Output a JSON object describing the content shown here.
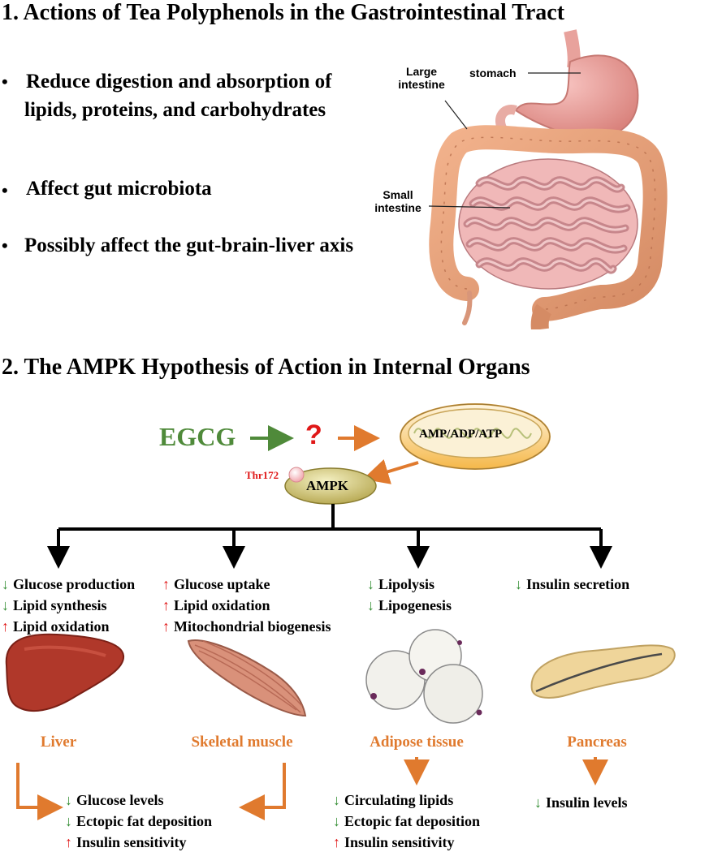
{
  "section1": {
    "title": "1. Actions of Tea Polyphenols in the Gastrointestinal Tract",
    "bullets": [
      "Reduce digestion and absorption of lipids, proteins, and carbohydrates",
      "Affect gut microbiota",
      "Possibly affect the gut-brain-liver axis"
    ],
    "bullet_symbol": "•",
    "anatomy_labels": {
      "large_intestine": "Large intestine",
      "stomach": "stomach",
      "small_intestine": "Small intestine"
    }
  },
  "section2": {
    "title": "2. The AMPK Hypothesis of Action in Internal Organs",
    "egcg": "EGCG",
    "unknown": "?",
    "nucleotides": "AMP/ADP/ATP",
    "phospho_site": "Thr172",
    "ampk": "AMPK",
    "arrow_up": "↑",
    "arrow_down": "↓",
    "organs": [
      {
        "name": "Liver",
        "effects": [
          {
            "dir": "down",
            "text": "Glucose production"
          },
          {
            "dir": "down",
            "text": "Lipid synthesis"
          },
          {
            "dir": "up",
            "text": "Lipid oxidation"
          }
        ]
      },
      {
        "name": "Skeletal muscle",
        "effects": [
          {
            "dir": "up",
            "text": "Glucose uptake"
          },
          {
            "dir": "up",
            "text": "Lipid oxidation"
          },
          {
            "dir": "up",
            "text": "Mitochondrial biogenesis"
          }
        ]
      },
      {
        "name": "Adipose tissue",
        "effects": [
          {
            "dir": "down",
            "text": "Lipolysis"
          },
          {
            "dir": "down",
            "text": "Lipogenesis"
          }
        ]
      },
      {
        "name": "Pancreas",
        "effects": [
          {
            "dir": "down",
            "text": "Insulin secretion"
          }
        ]
      }
    ],
    "outcomes": {
      "liver_muscle": [
        {
          "dir": "down",
          "text": "Glucose levels"
        },
        {
          "dir": "down",
          "text": "Ectopic fat deposition"
        },
        {
          "dir": "up",
          "text": "Insulin sensitivity"
        }
      ],
      "adipose": [
        {
          "dir": "down",
          "text": "Circulating lipids"
        },
        {
          "dir": "down",
          "text": "Ectopic fat deposition"
        },
        {
          "dir": "up",
          "text": "Insulin sensitivity"
        }
      ],
      "pancreas": [
        {
          "dir": "down",
          "text": "Insulin levels"
        }
      ]
    }
  },
  "colors": {
    "orange": "#e07a2e",
    "green": "#4f8a3a",
    "red": "#e01818",
    "down_arrow": "#2e8a2e"
  }
}
